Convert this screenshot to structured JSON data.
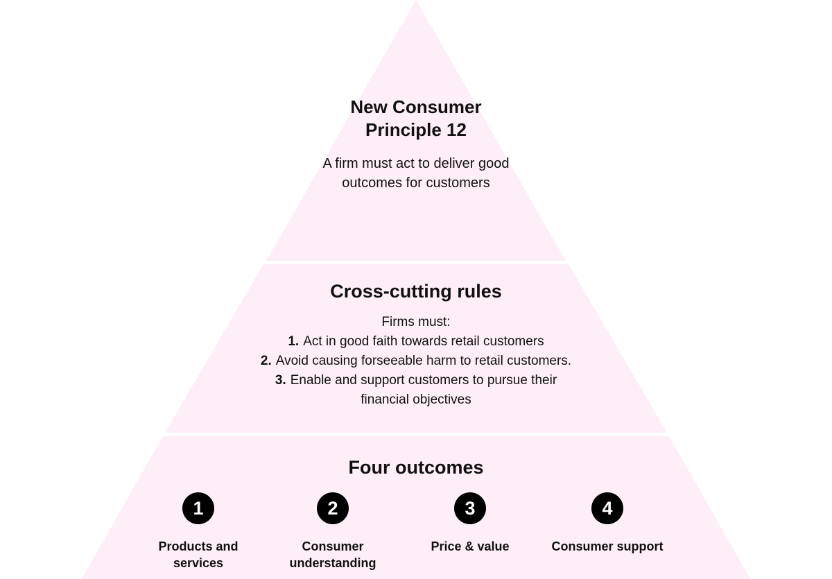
{
  "colors": {
    "tier_fill": "#fdeef8",
    "separator": "#ffffff",
    "text": "#111111",
    "circle_fill": "#000000",
    "circle_text": "#ffffff"
  },
  "top": {
    "title": "New Consumer Principle 12",
    "description": "A firm must act to deliver good outcomes for customers"
  },
  "middle": {
    "title": "Cross-cutting rules",
    "intro": "Firms must:",
    "rules": [
      {
        "number": "1.",
        "text": "Act in good faith towards retail customers"
      },
      {
        "number": "2.",
        "text": "Avoid causing forseeable harm to retail customers."
      },
      {
        "number": "3.",
        "text": "Enable and support customers to pursue their financial objectives"
      }
    ]
  },
  "bottom": {
    "title": "Four outcomes",
    "outcomes": [
      {
        "number": "1",
        "label": "Products and services"
      },
      {
        "number": "2",
        "label": "Consumer understanding"
      },
      {
        "number": "3",
        "label": "Price & value"
      },
      {
        "number": "4",
        "label": "Consumer support"
      }
    ]
  }
}
